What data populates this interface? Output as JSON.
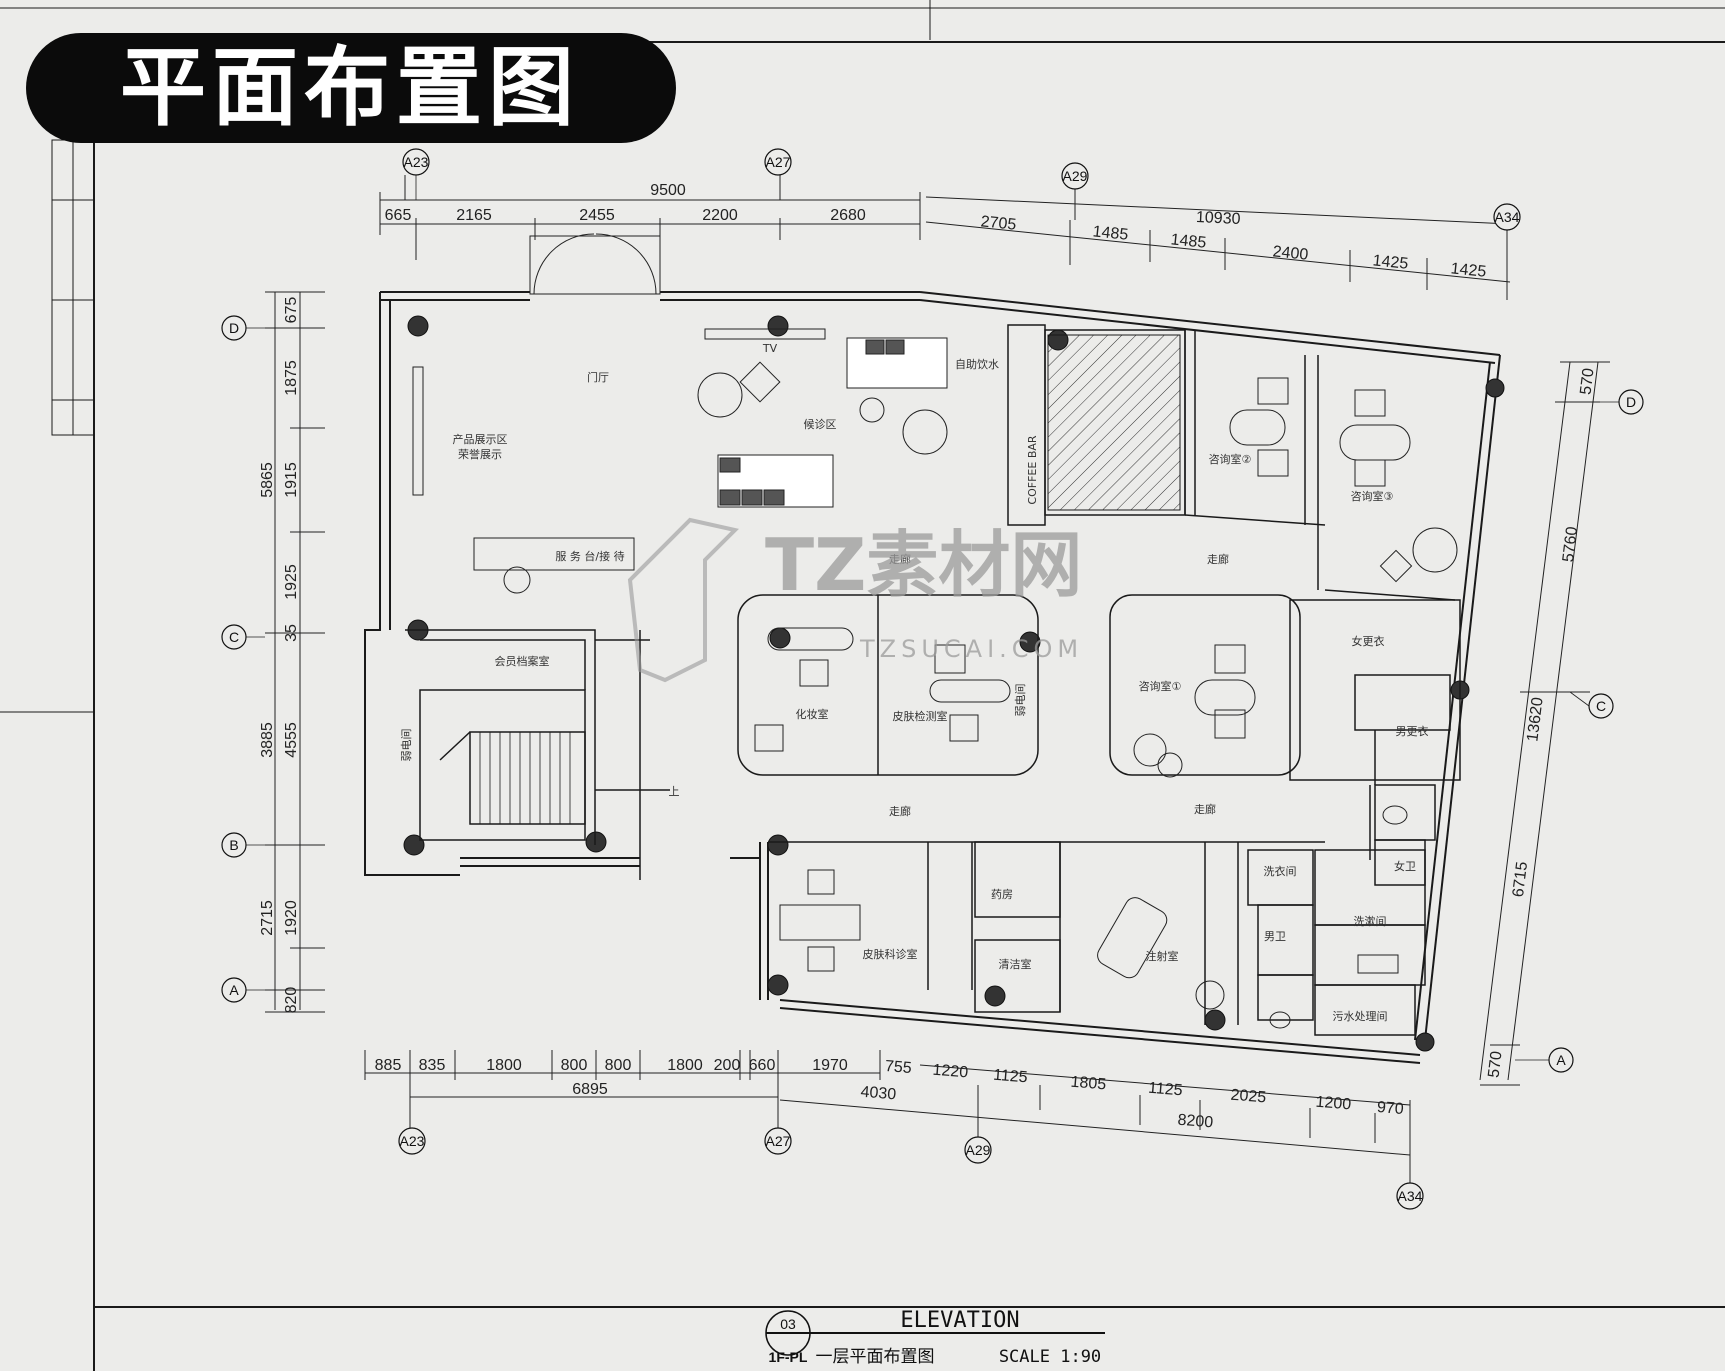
{
  "banner": {
    "title": "平面布置图"
  },
  "top_dims": {
    "overall_left": "9500",
    "segments_left": [
      "665",
      "2165",
      "2455",
      "2200",
      "2680"
    ],
    "overall_right": "10930",
    "segments_right": [
      "2705",
      "1485",
      "1485",
      "2400",
      "1425",
      "1425"
    ]
  },
  "left_dims": {
    "overall_top": "5865",
    "overall_mid": "3885",
    "overall_bottom": "2715",
    "segments": [
      "675",
      "1875",
      "1915",
      "1925",
      "35",
      "4555",
      "1920",
      "820"
    ]
  },
  "right_dims": {
    "overall": "13620",
    "segments": [
      "570",
      "5760",
      "6715",
      "570"
    ]
  },
  "bottom_dims": {
    "segments": [
      "885",
      "835",
      "1800",
      "800",
      "800",
      "1800",
      "200",
      "660",
      "1970",
      "755",
      "1220",
      "1125",
      "1805",
      "1125",
      "2025",
      "1200",
      "970"
    ],
    "overall_left": "6895",
    "overall_mid": "4030",
    "overall_right": "8200"
  },
  "axes": {
    "top": [
      "A23",
      "A27",
      "A29",
      "A34"
    ],
    "bottom": [
      "A23",
      "A27",
      "A29",
      "A34"
    ],
    "left": [
      "D",
      "C",
      "B",
      "A"
    ],
    "right": [
      "D",
      "C",
      "A"
    ]
  },
  "rooms": {
    "entrance": "门厅",
    "waiting": "候诊区",
    "tv": "TV",
    "product": "产品展示区",
    "honor": "荣誉展示",
    "service": "服 务 台/接 待",
    "coffee_bar": "COFFEE BAR",
    "water": "自助饮水",
    "consult2": "咨询室②",
    "consult3": "咨询室③",
    "corridor": "走廊",
    "archive": "会员档案室",
    "makeup": "化妆室",
    "skin_test": "皮肤检测室",
    "weak_elec": "弱电间",
    "consult1": "咨询室①",
    "female_change": "女更衣",
    "male_change": "男更衣",
    "pharmacy": "药房",
    "clean": "清洁室",
    "skin_diag": "皮肤科诊室",
    "inject": "注射室",
    "laundry": "洗衣间",
    "male_wc": "男卫",
    "female_wc": "女卫",
    "wash": "洗漱间",
    "sewage": "污水处理间",
    "up": "上"
  },
  "watermark": {
    "brand": "TZ素材网",
    "url": "TZSUCAI.COM"
  },
  "title_block": {
    "number": "03",
    "code": "1F-PL",
    "heading": "ELEVATION",
    "subtitle": "一层平面布置图",
    "scale": "SCALE 1:90"
  },
  "colors": {
    "paper": "#ececea",
    "ink": "#1a1a1a",
    "banner": "#0b0b0b"
  }
}
